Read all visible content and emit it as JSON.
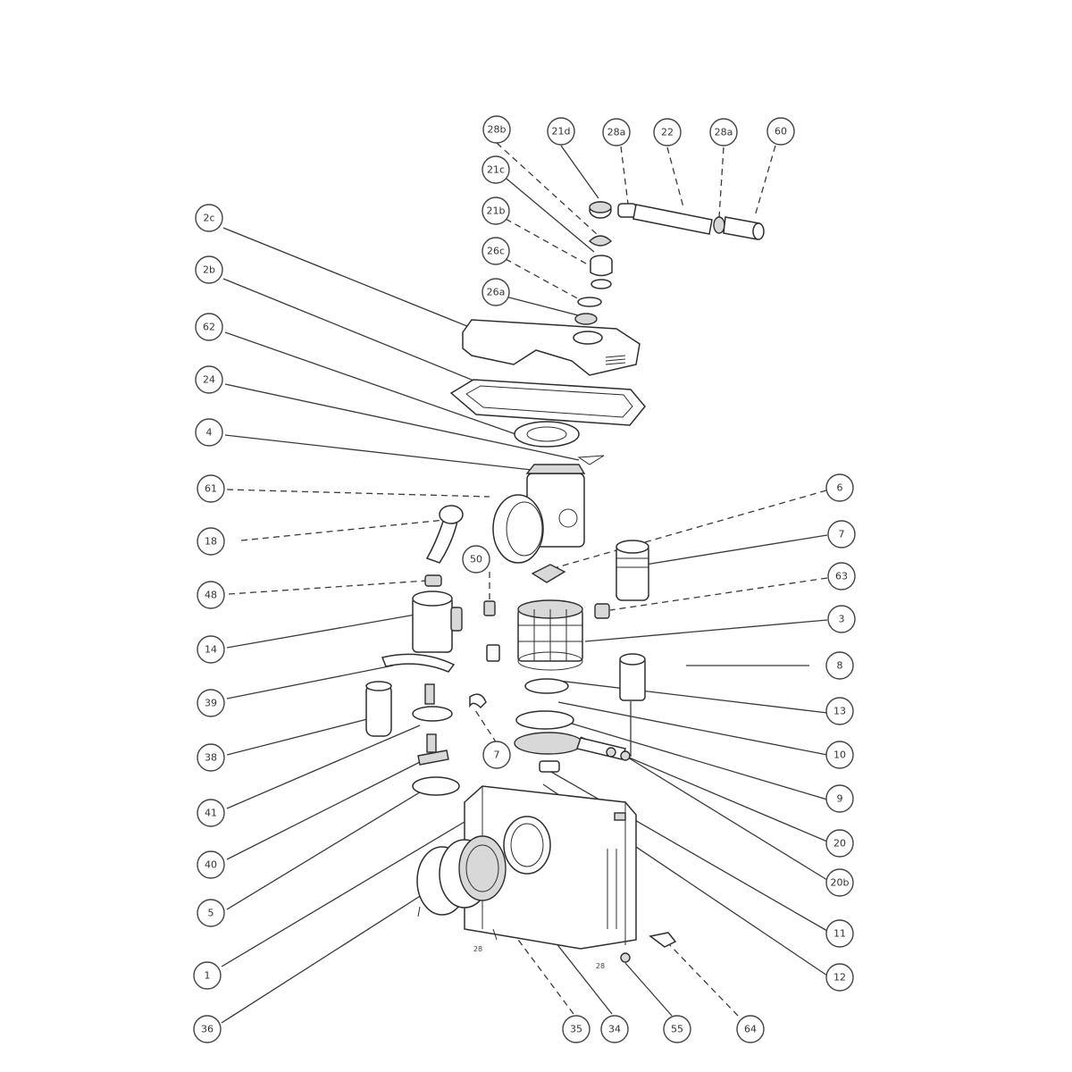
{
  "callouts": [
    {
      "id": "part-28b",
      "text": "28b"
    },
    {
      "id": "part-21d",
      "text": "21d"
    },
    {
      "id": "part-28a-top",
      "text": "28a"
    },
    {
      "id": "part-22",
      "text": "22"
    },
    {
      "id": "part-28a-right",
      "text": "28a"
    },
    {
      "id": "part-60",
      "text": "60"
    },
    {
      "id": "part-21c",
      "text": "21c"
    },
    {
      "id": "part-21b",
      "text": "21b"
    },
    {
      "id": "part-26c",
      "text": "26c"
    },
    {
      "id": "part-26a",
      "text": "26a"
    },
    {
      "id": "part-2c",
      "text": "2c"
    },
    {
      "id": "part-2b",
      "text": "2b"
    },
    {
      "id": "part-62",
      "text": "62"
    },
    {
      "id": "part-24",
      "text": "24"
    },
    {
      "id": "part-4",
      "text": "4"
    },
    {
      "id": "part-61",
      "text": "61"
    },
    {
      "id": "part-18",
      "text": "18"
    },
    {
      "id": "part-48",
      "text": "48"
    },
    {
      "id": "part-14",
      "text": "14"
    },
    {
      "id": "part-39",
      "text": "39"
    },
    {
      "id": "part-38",
      "text": "38"
    },
    {
      "id": "part-41",
      "text": "41"
    },
    {
      "id": "part-40",
      "text": "40"
    },
    {
      "id": "part-5",
      "text": "5"
    },
    {
      "id": "part-1",
      "text": "1"
    },
    {
      "id": "part-36",
      "text": "36"
    },
    {
      "id": "part-35",
      "text": "35"
    },
    {
      "id": "part-34",
      "text": "34"
    },
    {
      "id": "part-55",
      "text": "55"
    },
    {
      "id": "part-64",
      "text": "64"
    },
    {
      "id": "part-6",
      "text": "6"
    },
    {
      "id": "part-7-top",
      "text": "7"
    },
    {
      "id": "part-63",
      "text": "63"
    },
    {
      "id": "part-3",
      "text": "3"
    },
    {
      "id": "part-8",
      "text": "8"
    },
    {
      "id": "part-13",
      "text": "13"
    },
    {
      "id": "part-10",
      "text": "10"
    },
    {
      "id": "part-9",
      "text": "9"
    },
    {
      "id": "part-20",
      "text": "20"
    },
    {
      "id": "part-20b",
      "text": "20b"
    },
    {
      "id": "part-11",
      "text": "11"
    },
    {
      "id": "part-12",
      "text": "12"
    },
    {
      "id": "part-50",
      "text": "50"
    },
    {
      "id": "part-7-mid",
      "text": "7"
    }
  ]
}
